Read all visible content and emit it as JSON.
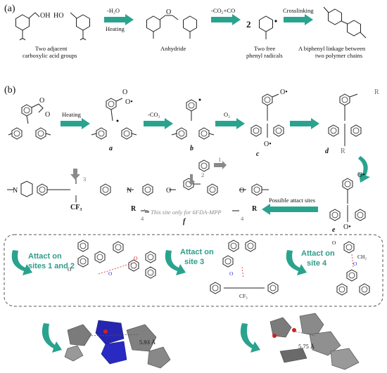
{
  "panel_a": {
    "label": "(a)",
    "step1_top": "-H₂O",
    "step1_bottom": "Heating",
    "step2_top": "-CO₂+CO",
    "step3_top": "Crosslinking",
    "cooh": "OH",
    "ho": "HO",
    "o_carbonyl": "O",
    "num2": "2",
    "captions": [
      "Two adjacent",
      "carboxylic acid groups",
      "Anhydride",
      "Two free",
      "phenyl radicals",
      "A biphenyl linkage between",
      "two polymer chains"
    ]
  },
  "panel_b": {
    "label": "(b)",
    "heating": "Heating",
    "co2": "-CO₂",
    "o2": "O₂",
    "possible": "Possible attact sites",
    "struct_labels": [
      "a",
      "b",
      "c",
      "d",
      "e",
      "f"
    ],
    "site_numbers": [
      "1",
      "2",
      "3",
      "4",
      "4"
    ],
    "this_site_note": "This site only for 6FDA-MPP",
    "r_label": "R",
    "cf3": "CF₃",
    "n_label": "N",
    "o_label": "O",
    "o_radical": "O•",
    "attacks": [
      {
        "line1": "Attact on",
        "line2": "sites 1 and 2"
      },
      {
        "line1": "Attact on",
        "line2": "site 3"
      },
      {
        "line1": "Attact on",
        "line2": "site 4"
      }
    ],
    "ch2": "CH₂",
    "dist1": "5.93 Å",
    "dist2": "5.75 Å"
  }
}
